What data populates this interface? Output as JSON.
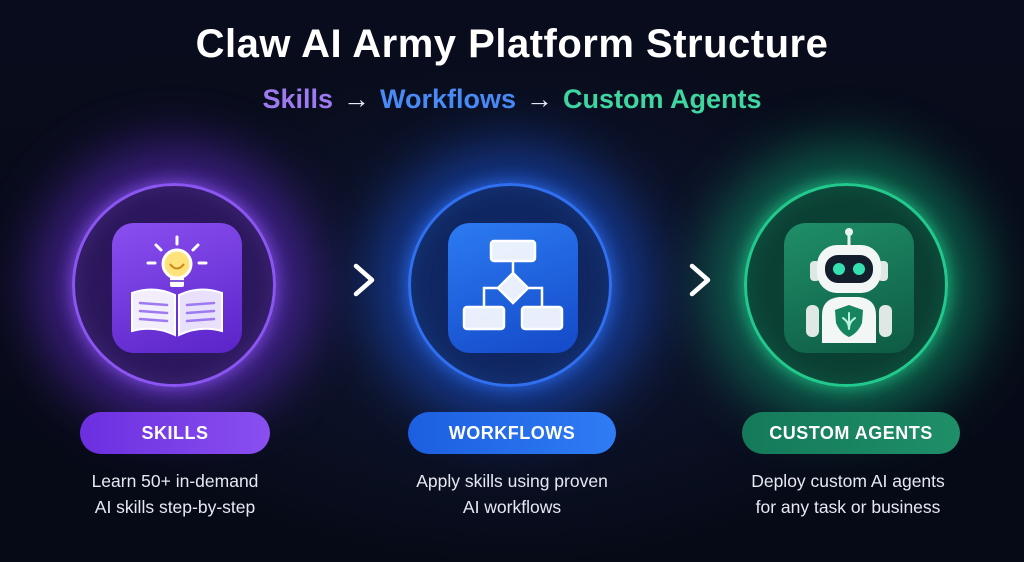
{
  "title": "Claw AI Army Platform Structure",
  "subtitle": {
    "skills": "Skills",
    "workflows": "Workflows",
    "agents": "Custom Agents",
    "arrow": "→"
  },
  "steps": [
    {
      "label": "SKILLS",
      "desc_line1": "Learn 50+ in-demand",
      "desc_line2": "AI skills step-by-step",
      "icon": "open-book-lightbulb-icon",
      "color": "#8b55f2"
    },
    {
      "label": "WORKFLOWS",
      "desc_line1": "Apply skills using proven",
      "desc_line2": "AI workflows",
      "icon": "flowchart-icon",
      "color": "#2f6ff0"
    },
    {
      "label": "CUSTOM AGENTS",
      "desc_line1": "Deploy custom AI agents",
      "desc_line2": "for any task or business",
      "icon": "robot-icon",
      "color": "#22c98c"
    }
  ]
}
